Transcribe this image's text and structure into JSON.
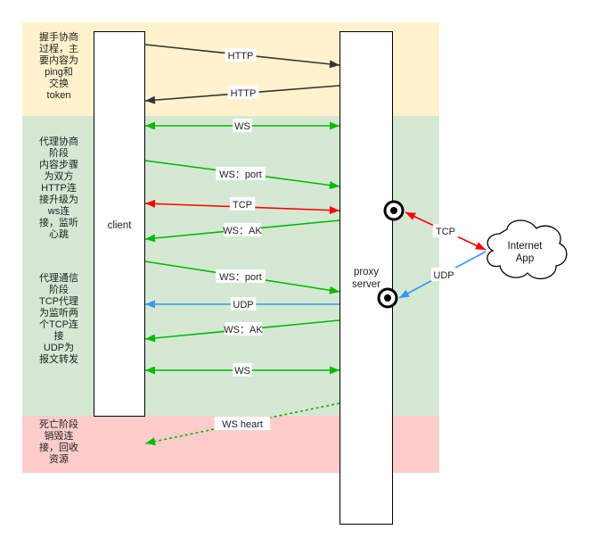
{
  "phases": [
    {
      "text": "握手协商\n过程，主\n要内容为\nping和\n交换\ntoken",
      "color": "#fff2cc"
    },
    {
      "text": "代理协商\n阶段\n内容步骤\n为双方\nHTTP连\n接升级为\nws连\n接，监听\n心跳",
      "color": "#d5e8d4"
    },
    {
      "text": "代理通信\n阶段\nTCP代理\n为监听两\n个TCP连\n接\nUDP为\n报文转发",
      "color": "#d5e8d4"
    },
    {
      "text": "死亡阶段\n销毁连\n接，回收\n资源",
      "color": "#ffcccc"
    }
  ],
  "client_label": "client",
  "server_label": "proxy\nserver",
  "internet_label": "Internet\nApp",
  "colors": {
    "black": "#333333",
    "green": "#00bb00",
    "red": "#ff0000",
    "blue": "#3399ee"
  },
  "messages": [
    {
      "label": "HTTP",
      "dir": "to_server",
      "color": "black"
    },
    {
      "label": "HTTP",
      "dir": "to_client",
      "color": "black"
    },
    {
      "label": "WS",
      "dir": "both",
      "color": "green"
    },
    {
      "label": "WS：port",
      "dir": "to_server",
      "color": "green"
    },
    {
      "label": "TCP",
      "dir": "both",
      "color": "red"
    },
    {
      "label": "WS：AK",
      "dir": "to_client",
      "color": "green"
    },
    {
      "label": "WS：port",
      "dir": "to_server",
      "color": "green"
    },
    {
      "label": "UDP",
      "dir": "to_client",
      "color": "blue"
    },
    {
      "label": "WS：AK",
      "dir": "to_client",
      "color": "green"
    },
    {
      "label": "WS",
      "dir": "both",
      "color": "green"
    },
    {
      "label": "WS heart",
      "dir": "to_client",
      "color": "green",
      "dotted": true
    }
  ],
  "external_links": [
    {
      "label": "TCP",
      "color": "red",
      "dir": "both"
    },
    {
      "label": "UDP",
      "color": "blue",
      "dir": "to_server"
    }
  ]
}
